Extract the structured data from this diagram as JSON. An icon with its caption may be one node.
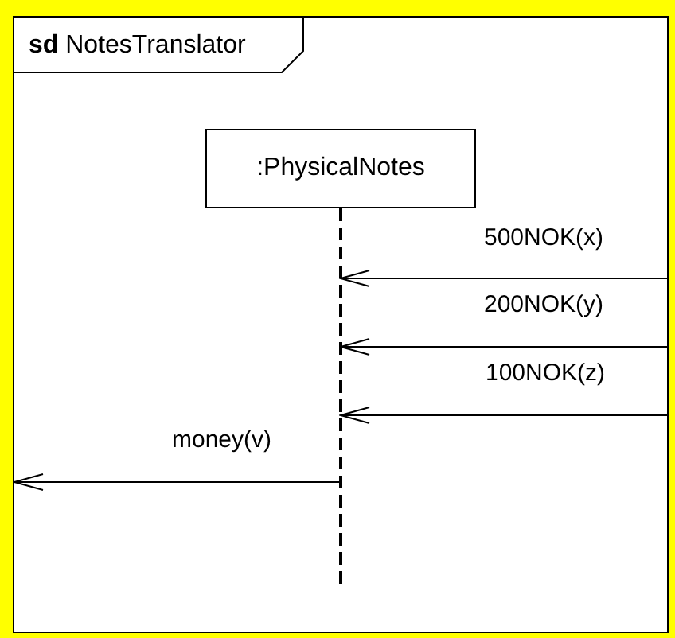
{
  "diagram": {
    "nodes": [
      {
        "text": [
          "**sd** NotesTranslator"
        ]
      },
      {
        "text": [
          ":PhysicalNotes"
        ],
        "in": 0
      }
    ],
    "edges": [
      {
        "from": 0,
        "to": 1,
        "arrow": "to",
        "label": "500NOK(x)"
      },
      {
        "from": 0,
        "to": 1,
        "arrow": "to",
        "label": "200NOK(y)"
      },
      {
        "from": 0,
        "to": 1,
        "arrow": "to",
        "label": "100NOK(z)"
      },
      {
        "from": 1,
        "to": 0,
        "arrow": "to",
        "label": "money(v)"
      }
    ]
  }
}
